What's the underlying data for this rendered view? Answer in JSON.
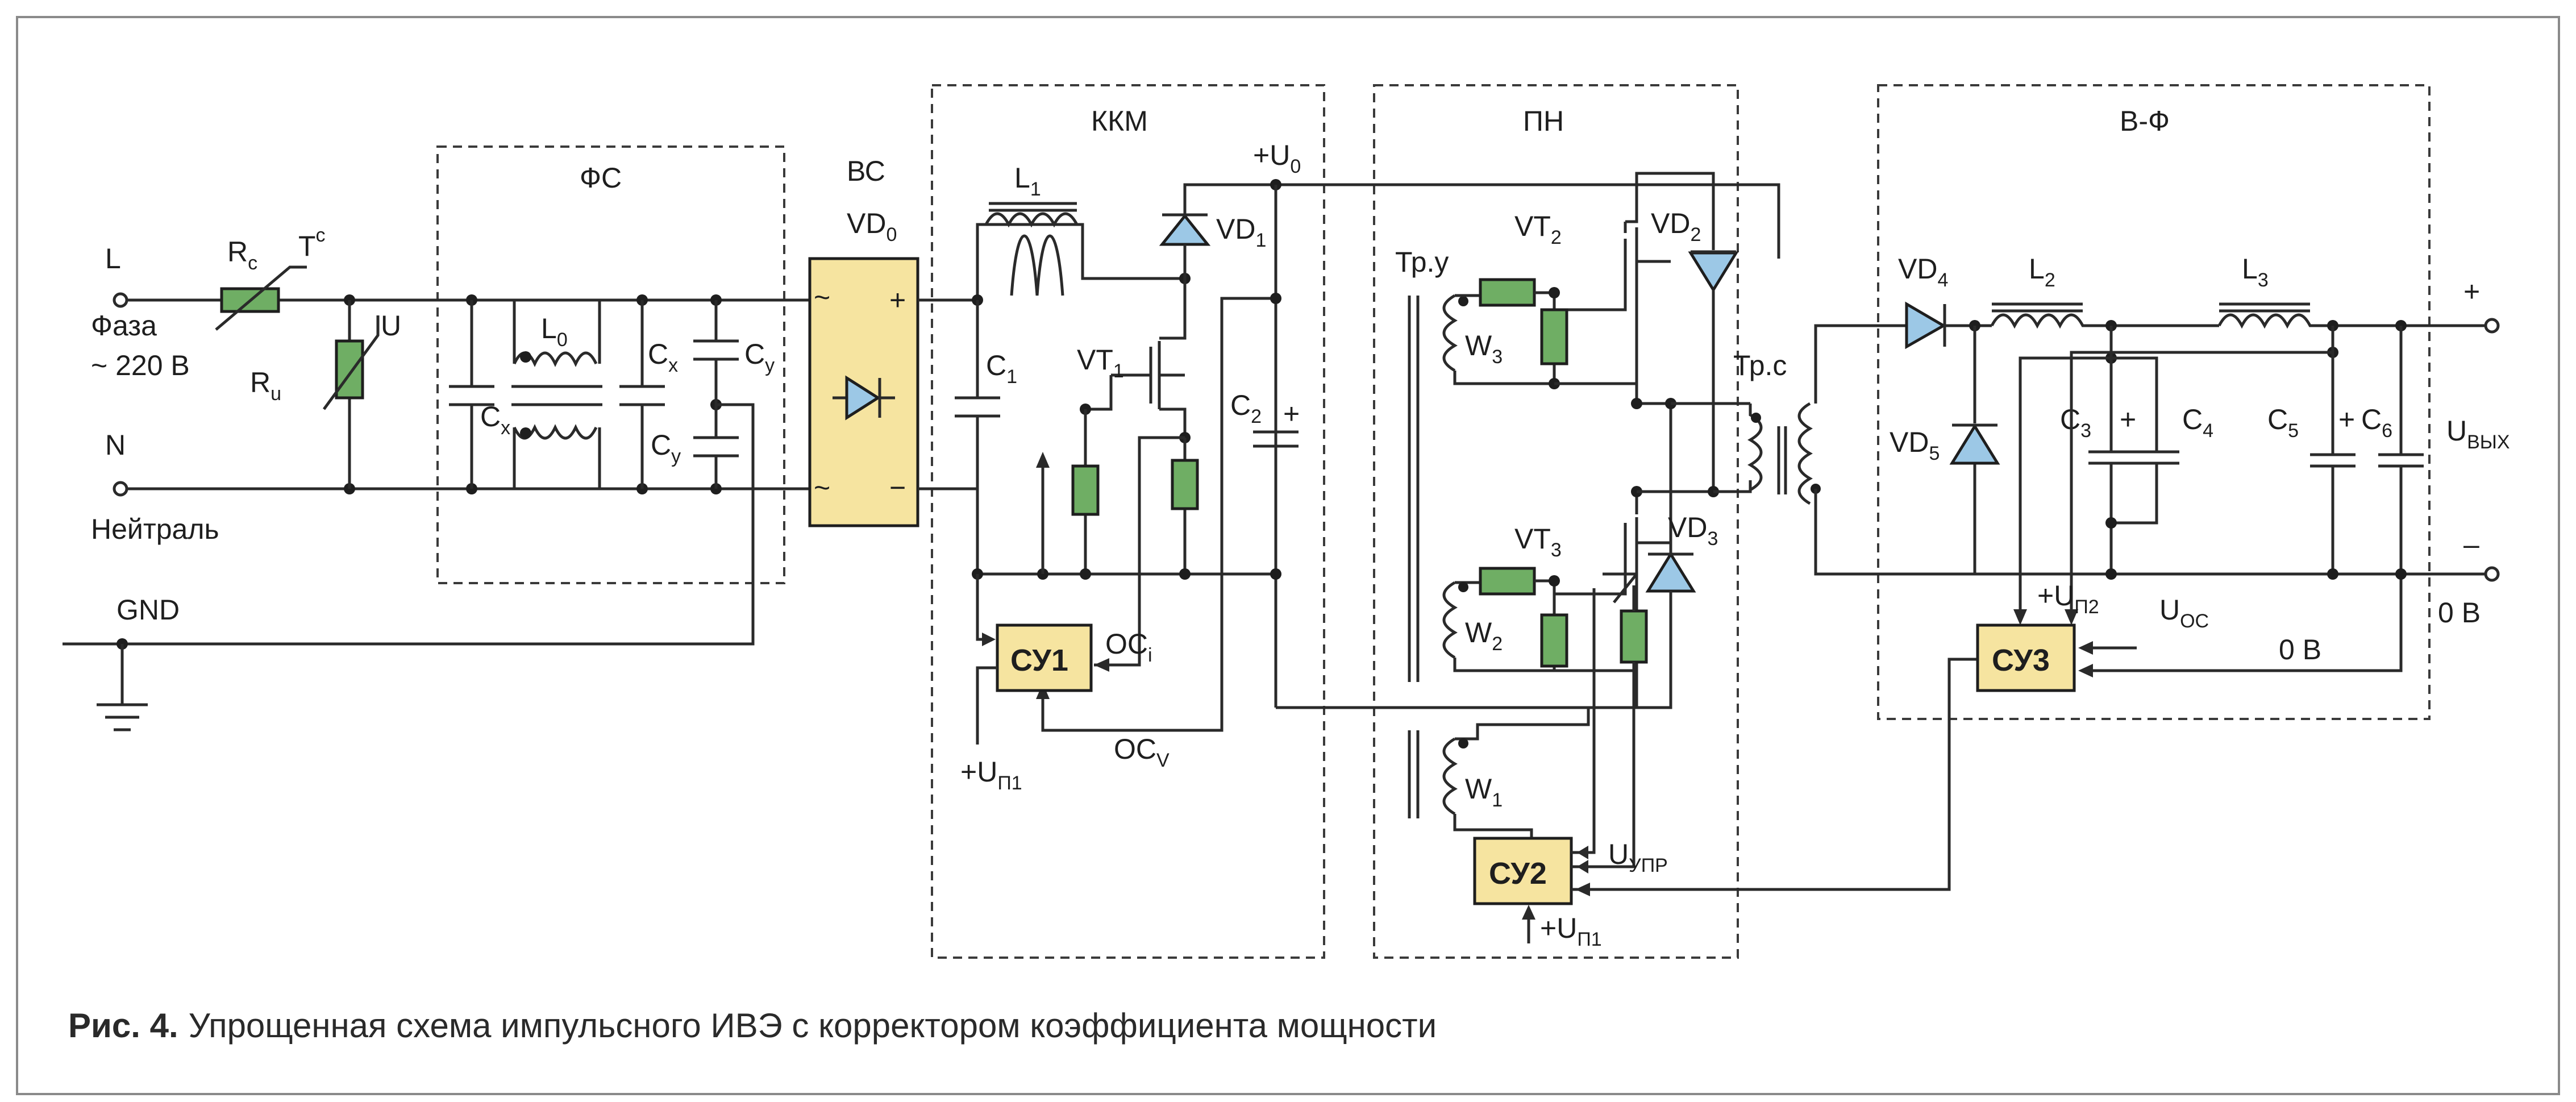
{
  "caption": {
    "fig": "Рис. 4.",
    "text": "Упрощенная схема импульсного ИВЭ  с корректором коэффициента мощности"
  },
  "sections": {
    "fs": "ФС",
    "vs": "ВС",
    "kkm": "ККМ",
    "pn": "ПН",
    "vf": "В-Ф"
  },
  "input": {
    "L": "L",
    "faza": "Фаза",
    "voltage": "~ 220 В",
    "N": "N",
    "neutral": "Нейтраль",
    "gnd": "GND"
  },
  "parts": {
    "Rc": "R",
    "Rc_sub": "c",
    "Tc": "T",
    "Tc_sup": "c",
    "Ru": "R",
    "Ru_sub": "u",
    "U": "U",
    "L0": "L",
    "L0_sub": "0",
    "Cx1": "C",
    "Cx1_sub": "x",
    "Cx2": "C",
    "Cx2_sub": "x",
    "Cy1": "C",
    "Cy1_sub": "y",
    "Cy2": "C",
    "Cy2_sub": "y",
    "VD0": "VD",
    "VD0_sub": "0",
    "L1": "L",
    "L1_sub": "1",
    "C1": "C",
    "C1_sub": "1",
    "VD1": "VD",
    "VD1_sub": "1",
    "VT1": "VT",
    "VT1_sub": "1",
    "C2": "C",
    "C2_sub": "2",
    "U0": "+U",
    "U0_sub": "0",
    "OCi": "OC",
    "OCi_sub": "i",
    "OCv": "OC",
    "OCv_sub": "V",
    "SU1": "СУ1",
    "Up1a": "+U",
    "Up1a_sub": "П1",
    "TrU": "Тр.у",
    "W3": "W",
    "W3_sub": "3",
    "W2": "W",
    "W2_sub": "2",
    "W1": "W",
    "W1_sub": "1",
    "VT2": "VT",
    "VT2_sub": "2",
    "VT3": "VT",
    "VT3_sub": "3",
    "VD2": "VD",
    "VD2_sub": "2",
    "VD3": "VD",
    "VD3_sub": "3",
    "TrS": "Тр.с",
    "SU2": "СУ2",
    "Uupr": "U",
    "Uupr_sub": "УПР",
    "Up1b": "+U",
    "Up1b_sub": "П1",
    "VD4": "VD",
    "VD4_sub": "4",
    "VD5": "VD",
    "VD5_sub": "5",
    "L2": "L",
    "L2_sub": "2",
    "L3": "L",
    "L3_sub": "3",
    "C3": "C",
    "C3_sub": "3",
    "C4": "C",
    "C4_sub": "4",
    "C5": "C",
    "C5_sub": "5",
    "C6": "C",
    "C6_sub": "6",
    "SU3": "СУ3",
    "Up2": "+U",
    "Up2_sub": "П2",
    "Uos": "U",
    "Uos_sub": "ОС",
    "zeroV1": "0 В",
    "zeroV2": "0 В",
    "plus_out": "+",
    "minus_out": "–",
    "Uvyh": "U",
    "Uvyh_sub": "ВЫХ",
    "plus_c2": "+",
    "plus_c3": "+",
    "plus_c5": "+",
    "plus_vs": "+",
    "minus_vs": "−",
    "tilde1": "~",
    "tilde2": "~"
  },
  "colors": {
    "resistor": "#6fae64",
    "control_block": "#f6e4a0",
    "diode": "#9cc8e6",
    "border": "#3a3a3a"
  }
}
